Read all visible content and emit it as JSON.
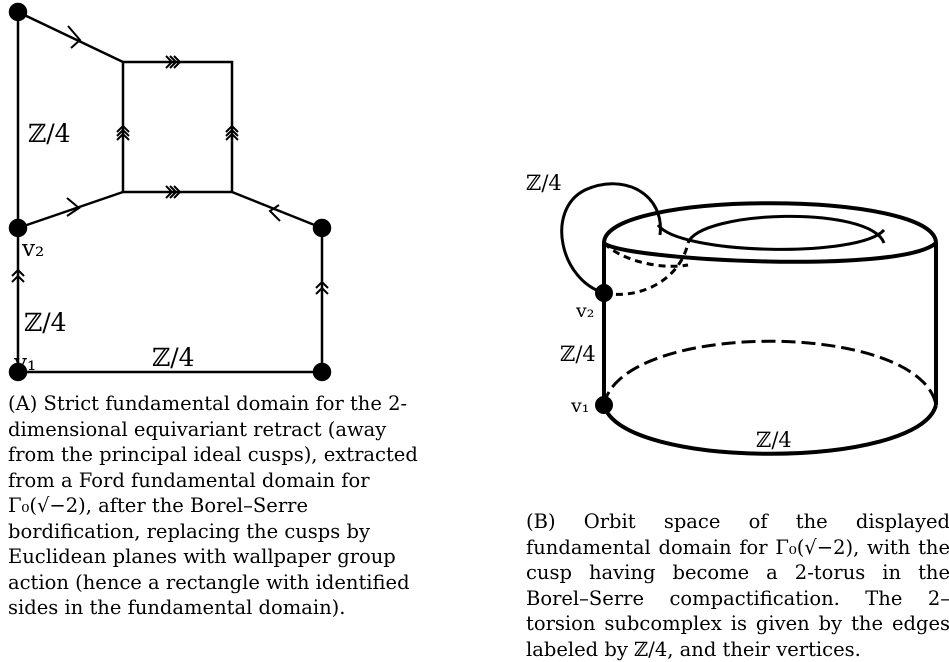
{
  "figure_a": {
    "labels": {
      "left_edge": "ℤ/4",
      "v2": "v₂",
      "lower_left_edge": "ℤ/4",
      "v1": "v₁",
      "bottom_edge": "ℤ/4"
    }
  },
  "figure_b": {
    "labels": {
      "loop": "ℤ/4",
      "v2": "v₂",
      "side_edge": "ℤ/4",
      "v1": "v₁",
      "bottom_edge": "ℤ/4"
    }
  },
  "caption_a": {
    "tag": "(A)",
    "text": " Strict fundamental domain for the 2-dimensional equivariant retract (away from the principal ideal cusps), extracted from a Ford fundamental domain for Γ₀(√−2), after the Borel–Serre bordification, replacing the cusps by Euclidean planes with wallpaper group action (hence a rectangle with identified sides in the fundamental domain)."
  },
  "caption_b": {
    "tag": "(B)",
    "text": " Orbit space of the displayed fundamental domain for Γ₀(√−2), with the cusp having become a 2-torus in the Borel–Serre compactification. The 2–torsion subcomplex is given by the edges labeled by ℤ/4, and their vertices."
  }
}
